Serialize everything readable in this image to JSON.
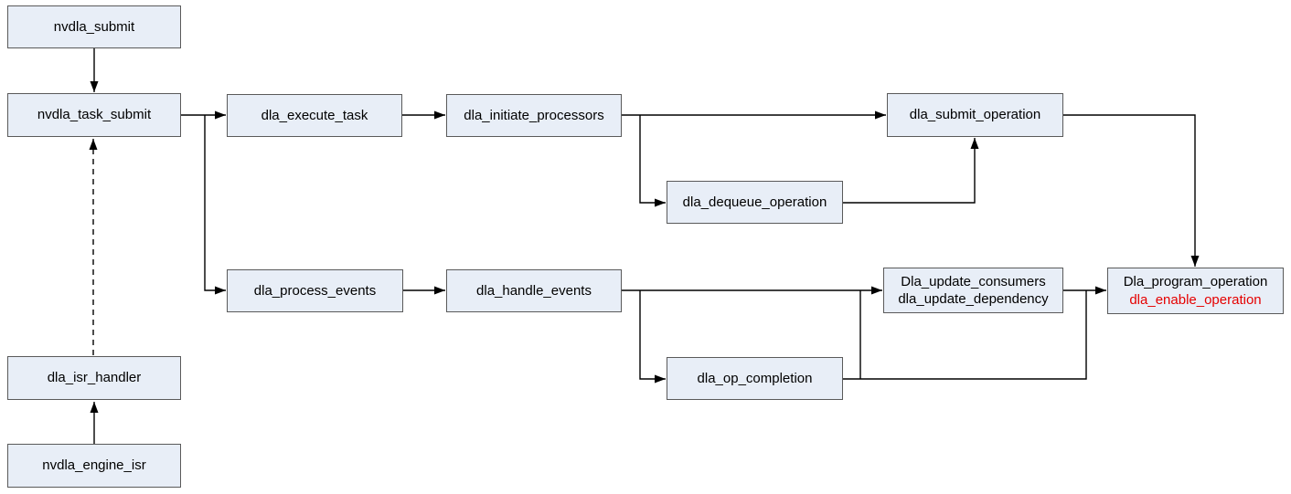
{
  "diagram": {
    "type": "flowchart",
    "background": "#ffffff",
    "colors": {
      "node_fill": "#e8eef7",
      "node_border": "#5a5a5a",
      "connector": "#000000",
      "text": "#000000",
      "highlight_text": "#e50000"
    },
    "nodes": [
      {
        "id": "nvdla_submit",
        "label": "nvdla_submit"
      },
      {
        "id": "nvdla_task_submit",
        "label": "nvdla_task_submit"
      },
      {
        "id": "dla_isr_handler",
        "label": "dla_isr_handler"
      },
      {
        "id": "nvdla_engine_isr",
        "label": "nvdla_engine_isr"
      },
      {
        "id": "dla_execute_task",
        "label": "dla_execute_task"
      },
      {
        "id": "dla_initiate_processors",
        "label": "dla_initiate_processors"
      },
      {
        "id": "dla_dequeue_operation",
        "label": "dla_dequeue_operation"
      },
      {
        "id": "dla_submit_operation",
        "label": "dla_submit_operation"
      },
      {
        "id": "dla_process_events",
        "label": "dla_process_events"
      },
      {
        "id": "dla_handle_events",
        "label": "dla_handle_events"
      },
      {
        "id": "dla_op_completion",
        "label": "dla_op_completion"
      },
      {
        "id": "dla_update_consumers",
        "lines": [
          "Dla_update_consumers",
          "dla_update_dependency"
        ]
      },
      {
        "id": "dla_program_operation",
        "lines": [
          "Dla_program_operation",
          "dla_enable_operation"
        ],
        "highlight_line": 1
      }
    ],
    "edges": [
      {
        "from": "nvdla_submit",
        "to": "nvdla_task_submit",
        "style": "solid"
      },
      {
        "from": "nvdla_engine_isr",
        "to": "dla_isr_handler",
        "style": "solid"
      },
      {
        "from": "dla_isr_handler",
        "to": "nvdla_task_submit",
        "style": "dashed"
      },
      {
        "from": "nvdla_task_submit",
        "to": "dla_execute_task",
        "style": "solid"
      },
      {
        "from": "nvdla_task_submit",
        "to": "dla_process_events",
        "style": "solid"
      },
      {
        "from": "dla_execute_task",
        "to": "dla_initiate_processors",
        "style": "solid"
      },
      {
        "from": "dla_initiate_processors",
        "to": "dla_submit_operation",
        "style": "solid"
      },
      {
        "from": "dla_initiate_processors",
        "to": "dla_dequeue_operation",
        "style": "solid"
      },
      {
        "from": "dla_dequeue_operation",
        "to": "dla_submit_operation",
        "style": "solid"
      },
      {
        "from": "dla_submit_operation",
        "to": "dla_program_operation",
        "style": "solid"
      },
      {
        "from": "dla_process_events",
        "to": "dla_handle_events",
        "style": "solid"
      },
      {
        "from": "dla_handle_events",
        "to": "dla_update_consumers",
        "style": "solid"
      },
      {
        "from": "dla_handle_events",
        "to": "dla_op_completion",
        "style": "solid"
      },
      {
        "from": "dla_op_completion",
        "to": "dla_update_consumers",
        "style": "solid"
      },
      {
        "from": "dla_op_completion",
        "to": "dla_program_operation",
        "style": "solid"
      },
      {
        "from": "dla_update_consumers",
        "to": "dla_program_operation",
        "style": "solid"
      }
    ]
  }
}
